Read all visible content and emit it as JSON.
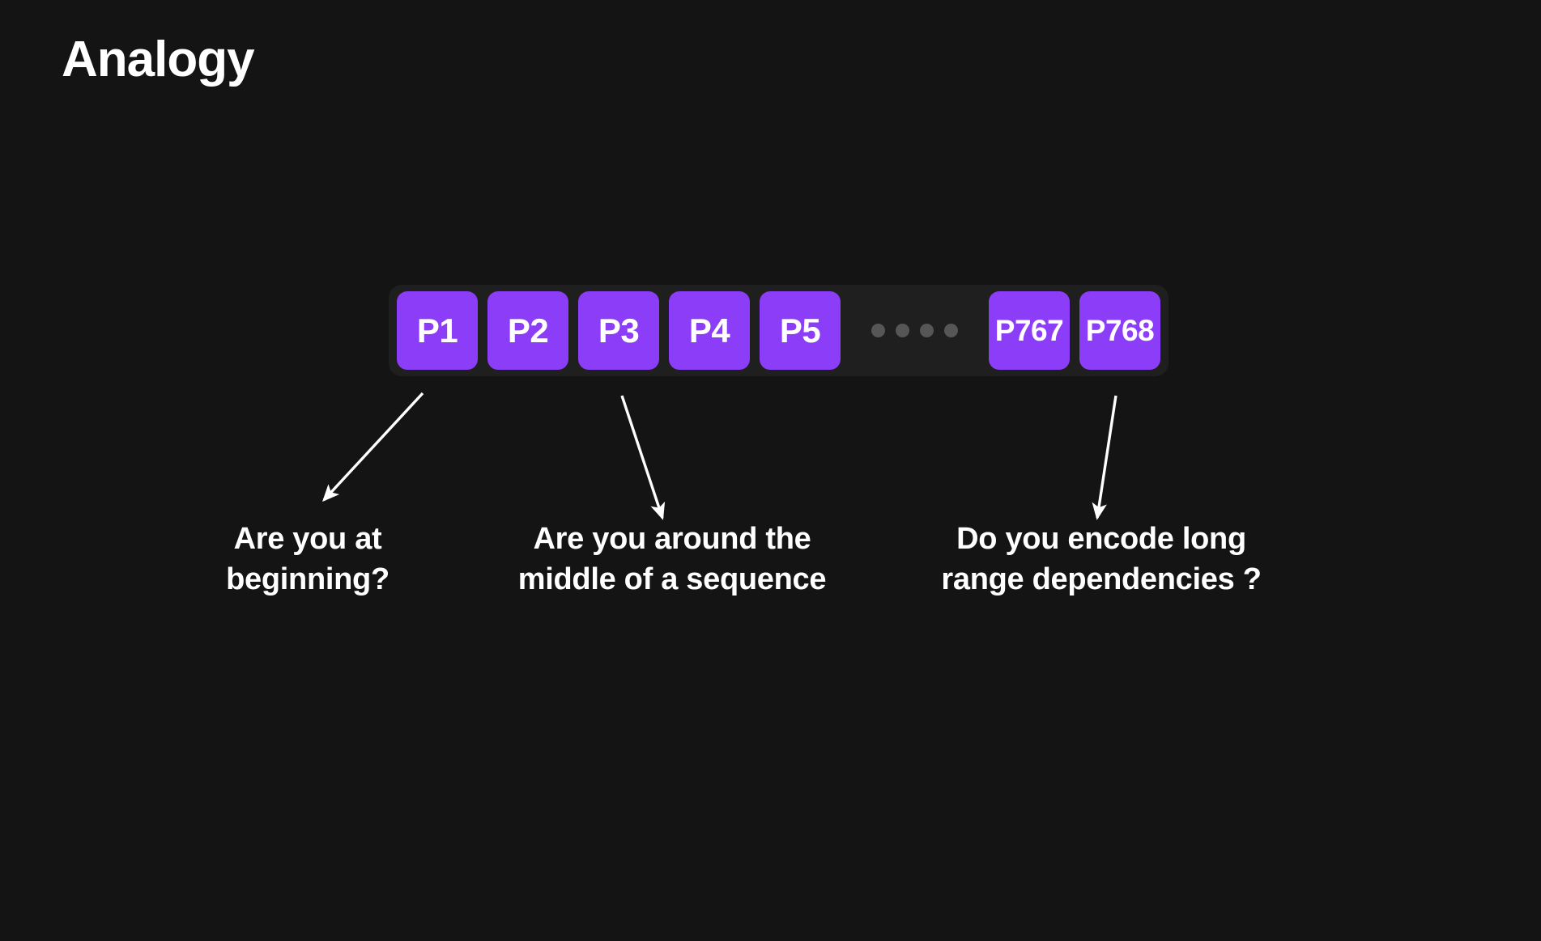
{
  "slide": {
    "title": "Analogy",
    "background_color": "#141414"
  },
  "token_strip": {
    "container_color": "#1f1f1f",
    "token_color": "#8b3df7",
    "token_text_color": "#ffffff",
    "ellipsis_dot_color": "#565656",
    "ellipsis_dot_count": 4,
    "tokens": [
      {
        "label": "P1"
      },
      {
        "label": "P2"
      },
      {
        "label": "P3"
      },
      {
        "label": "P4"
      },
      {
        "label": "P5"
      },
      {
        "label": "P767"
      },
      {
        "label": "P768"
      }
    ]
  },
  "captions": [
    {
      "id": "beginning",
      "line1": "Are you at",
      "line2": "beginning?",
      "points_to": "P1"
    },
    {
      "id": "middle",
      "line1": "Are you around the",
      "line2": "middle of a sequence",
      "points_to": "P3"
    },
    {
      "id": "longrange",
      "line1": "Do you encode long",
      "line2": "range dependencies ?",
      "points_to": "P768"
    }
  ],
  "arrows": {
    "color": "#ffffff",
    "items": [
      {
        "name": "arrow-to-beginning-caption",
        "from_token": "P1",
        "direction": "down-left"
      },
      {
        "name": "arrow-to-middle-caption",
        "from_token": "P3",
        "direction": "down-right"
      },
      {
        "name": "arrow-to-longrange-caption",
        "from_token": "P768",
        "direction": "down-left"
      }
    ]
  }
}
